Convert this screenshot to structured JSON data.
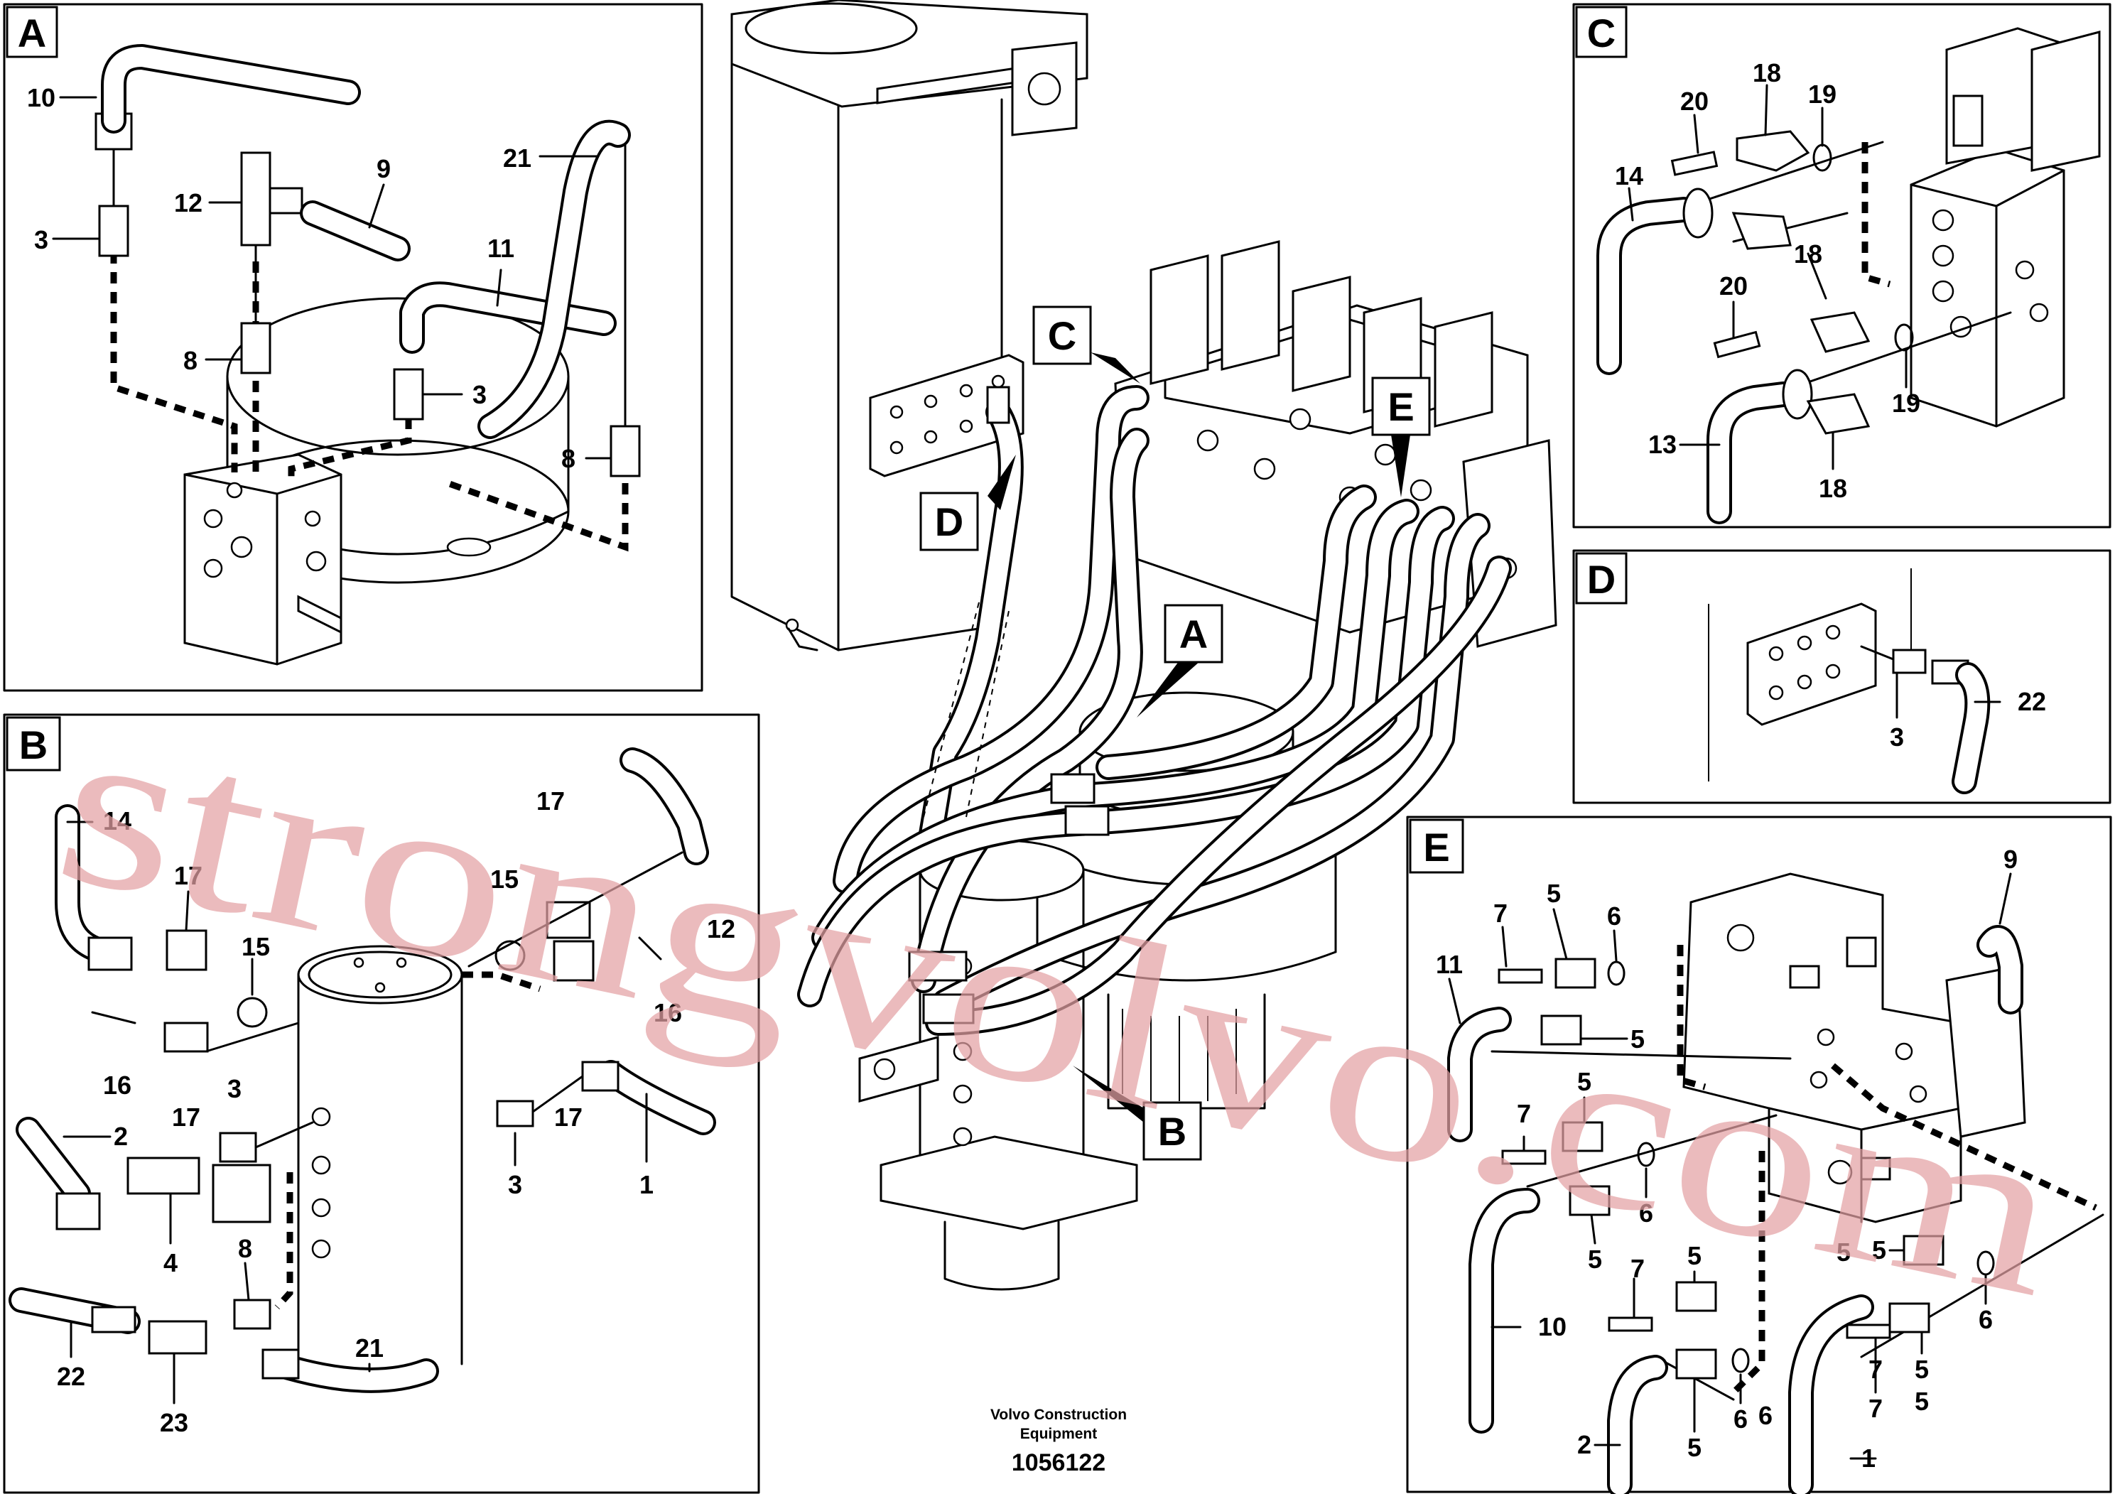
{
  "panels": {
    "A": {
      "label": "A",
      "callouts": [
        "10",
        "3",
        "12",
        "9",
        "21",
        "11",
        "8",
        "3",
        "8"
      ]
    },
    "B": {
      "label": "B",
      "callouts": [
        "14",
        "17",
        "15",
        "17",
        "15",
        "12",
        "16",
        "16",
        "17",
        "17",
        "3",
        "2",
        "4",
        "8",
        "3",
        "1",
        "22",
        "23",
        "21"
      ]
    },
    "C": {
      "label": "C",
      "callouts": [
        "20",
        "18",
        "19",
        "14",
        "18",
        "20",
        "19",
        "13",
        "18"
      ]
    },
    "D": {
      "label": "D",
      "callouts": [
        "3",
        "22"
      ]
    },
    "E": {
      "label": "E",
      "callouts": [
        "7",
        "5",
        "6",
        "9",
        "11",
        "5",
        "7",
        "5",
        "6",
        "5",
        "5",
        "7",
        "5",
        "6",
        "10",
        "5",
        "6",
        "7",
        "5",
        "2",
        "6",
        "7",
        "5",
        "1",
        "5"
      ]
    }
  },
  "main_view": {
    "pointer_labels": [
      "C",
      "E",
      "D",
      "A",
      "B"
    ]
  },
  "caption": {
    "line1": "Volvo Construction",
    "line2": "Equipment",
    "part_number": "1056122"
  },
  "watermark": {
    "text": "strongvolvo.com",
    "color": "#e4a1a4"
  }
}
